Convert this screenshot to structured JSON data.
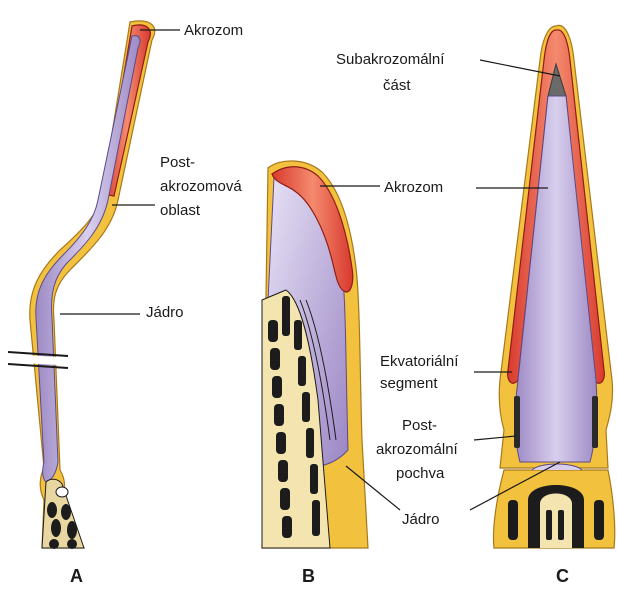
{
  "panels": [
    "A",
    "B",
    "C"
  ],
  "labels": {
    "a_akrozom": "Akrozom",
    "a_post_1": "Post-",
    "a_post_2": "akrozomová",
    "a_post_3": "oblast",
    "a_jadro": "Jádro",
    "b_akrozom": "Akrozom",
    "b_jadro": "Jádro",
    "c_sub_1": "Subakrozomální",
    "c_sub_2": "část",
    "c_ekv_1": "Ekvatoriální",
    "c_ekv_2": "segment",
    "c_post_1": "Post-",
    "c_post_2": "akrozomální",
    "c_post_3": "pochva"
  },
  "colors": {
    "acrosome": "#e04a3c",
    "nucleus": "#b3a1d2",
    "membrane_yellow": "#f2c23e",
    "tail_dark": "#1c1c1c"
  }
}
